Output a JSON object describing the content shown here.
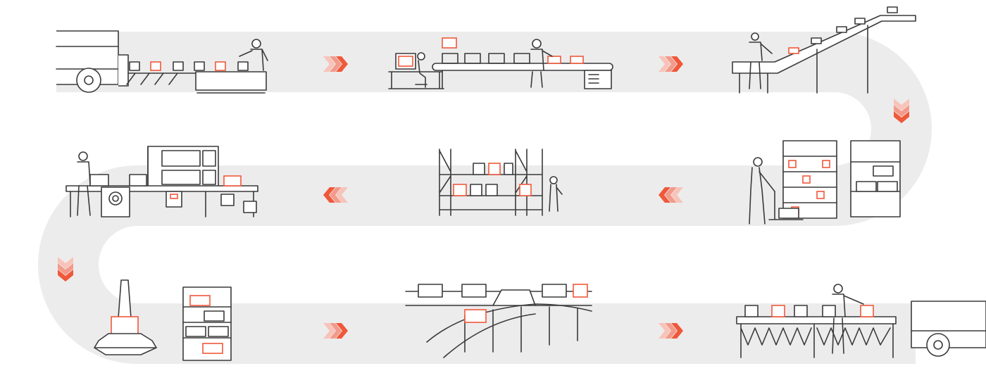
{
  "colors": {
    "path": "#ececed",
    "line": "#3a3a3a",
    "accent": "#f0583a",
    "accent_mid": "#f39a8a",
    "accent_light": "#f8c3b8"
  },
  "stations": [
    {
      "icon": "truck-unloading-icon"
    },
    {
      "icon": "conveyor-scanning-icon"
    },
    {
      "icon": "incline-conveyor-icon"
    },
    {
      "icon": "cart-picking-icon"
    },
    {
      "icon": "storage-rack-icon"
    },
    {
      "icon": "packing-station-icon"
    },
    {
      "icon": "robot-picker-icon"
    },
    {
      "icon": "sorter-conveyor-icon"
    },
    {
      "icon": "roller-conveyor-truck-loading-icon"
    }
  ],
  "flow_arrows": [
    "right",
    "right",
    "down",
    "left",
    "left",
    "down",
    "right",
    "right"
  ]
}
